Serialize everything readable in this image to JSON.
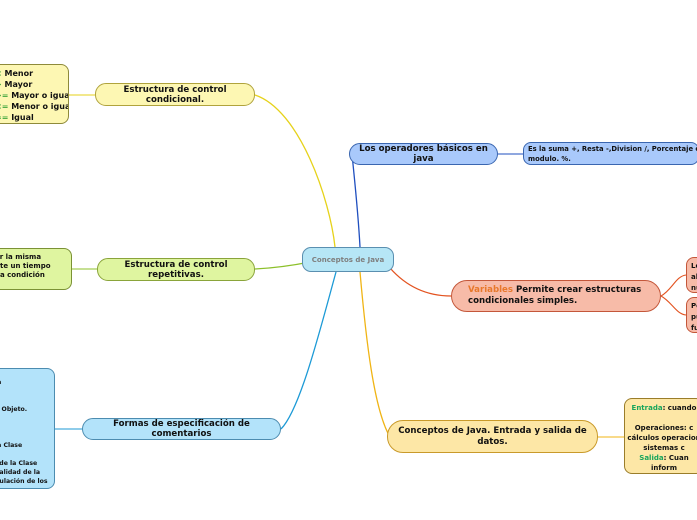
{
  "colors": {
    "central": "#b6e6f6",
    "yellow": "#fdf7b3",
    "lime": "#dff5a0",
    "sky": "#b3e3fa",
    "blue": "#a9c9fb",
    "salmon": "#f7bba8",
    "amber": "#fde7a6",
    "variables_highlight": "#e8782b",
    "io_highlight": "#18a55c"
  },
  "central": {
    "label": "Conceptos de Java"
  },
  "branches": {
    "conditional": {
      "label": "Estructura de control condicional.",
      "detail": [
        {
          "op": "<",
          "text": " Menor"
        },
        {
          "op": ">",
          "text": " Mayor"
        },
        {
          "op": ">=",
          "text": " Mayor o igual"
        },
        {
          "op": "<=",
          "text": " Menor o igual"
        },
        {
          "op": "==",
          "text": " Igual"
        }
      ]
    },
    "repetitive": {
      "label": "Estructura de control repetitivas.",
      "detail": [
        "er la misma",
        "nte un tiempo",
        "na condición"
      ]
    },
    "comments": {
      "label": "Formas de especificación de comentarios",
      "detail": [
        "la",
        "",
        "",
        "n Objeto.",
        "",
        "",
        "",
        "la Clase",
        "",
        "l de la Clase",
        "nalidad de la",
        "pulación de los"
      ]
    },
    "operators": {
      "label": "Los operadores básicos en java",
      "detail": [
        "Es la suma +, Resta -,Division /, Porcentaje o",
        "modulo. %."
      ]
    },
    "variables": {
      "highlight": "Variables",
      "label_rest": " Permite crear estructuras",
      "label_line2": "condicionales simples.",
      "detail_a": [
        "Lo",
        "al",
        "nu"
      ],
      "detail_b": [
        "Pe",
        "pu",
        "fu"
      ]
    },
    "io": {
      "label_line1": "Conceptos de Java. Entrada y salida de",
      "label_line2": "datos.",
      "detail": {
        "entrada_label": "Entrada",
        "entrada_text": ": cuando",
        "ops_line1": "Operaciones: c",
        "ops_line2": "cálculos operacion",
        "ops_line3": "sistemas c",
        "salida_label": "Salida",
        "salida_text": ": Cuan",
        "last_line": "inform"
      }
    }
  }
}
